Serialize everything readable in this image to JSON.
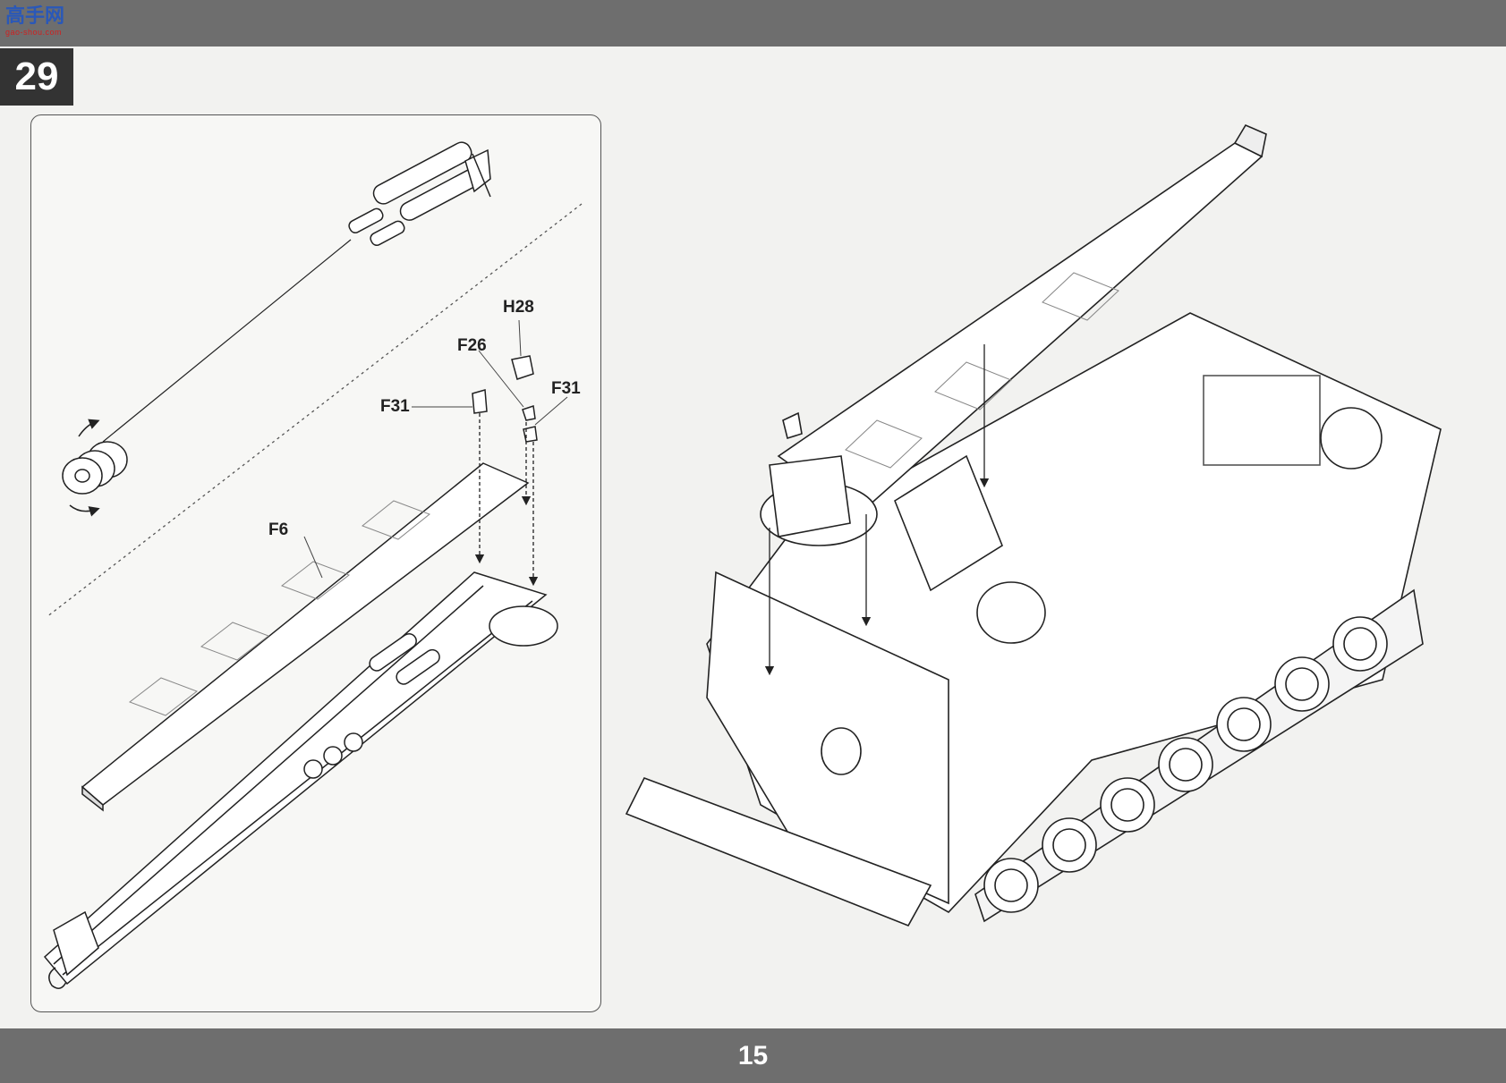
{
  "header": {
    "logo_text": "高手网",
    "logo_subtext": "gao-shou.com"
  },
  "step": {
    "number": "29"
  },
  "parts": {
    "h28": "H28",
    "f26": "F26",
    "f31_left": "F31",
    "f31_right": "F31",
    "f6": "F6"
  },
  "footer": {
    "page_number": "15"
  }
}
